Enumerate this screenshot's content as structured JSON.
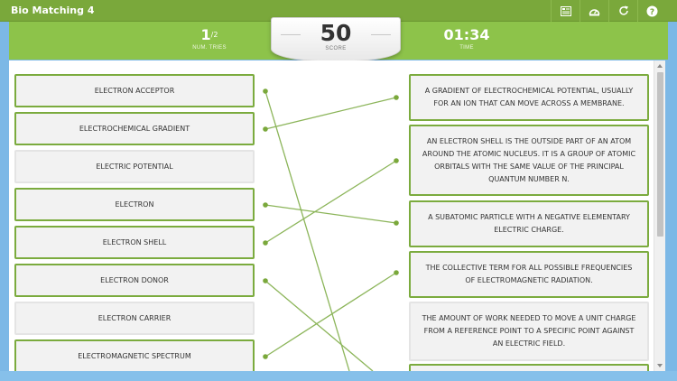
{
  "window": {
    "title": "Bio Matching 4",
    "toolbar_icons": [
      "screenshot-icon",
      "dashboard-icon",
      "restart-icon",
      "help-icon"
    ]
  },
  "stats": {
    "tries_value": "1",
    "tries_total": "/2",
    "tries_label": "NUM. TRIES",
    "score_value": "50",
    "score_label": "SCORE",
    "time_value": "01:34",
    "time_label": "TIME"
  },
  "terms": [
    {
      "label": "ELECTRON ACCEPTOR",
      "matched": true
    },
    {
      "label": "ELECTROCHEMICAL GRADIENT",
      "matched": true
    },
    {
      "label": "ELECTRIC POTENTIAL",
      "matched": false
    },
    {
      "label": "ELECTRON",
      "matched": true
    },
    {
      "label": "ELECTRON SHELL",
      "matched": true
    },
    {
      "label": "ELECTRON DONOR",
      "matched": true
    },
    {
      "label": "ELECTRON CARRIER",
      "matched": false
    },
    {
      "label": "ELECTROMAGNETIC SPECTRUM",
      "matched": true
    }
  ],
  "definitions": [
    {
      "label": "A GRADIENT OF ELECTROCHEMICAL POTENTIAL, USUALLY FOR AN ION THAT CAN MOVE ACROSS A MEMBRANE.",
      "matched": true
    },
    {
      "label": "AN ELECTRON SHELL IS THE OUTSIDE PART OF AN ATOM AROUND THE ATOMIC NUCLEUS. IT IS A GROUP OF ATOMIC ORBITALS WITH THE SAME VALUE OF THE PRINCIPAL QUANTUM NUMBER N.",
      "matched": true
    },
    {
      "label": "A SUBATOMIC PARTICLE WITH A NEGATIVE ELEMENTARY ELECTRIC CHARGE.",
      "matched": true
    },
    {
      "label": "THE COLLECTIVE TERM FOR ALL POSSIBLE FREQUENCIES OF ELECTROMAGNETIC RADIATION.",
      "matched": true
    },
    {
      "label": "THE AMOUNT OF WORK NEEDED TO MOVE A UNIT CHARGE FROM A REFERENCE POINT TO A SPECIFIC POINT AGAINST AN ELECTRIC FIELD.",
      "matched": false
    },
    {
      "label": "",
      "matched": true
    }
  ],
  "colors": {
    "accent_green": "#7aa83b",
    "header_green": "#8dc34a",
    "line_green": "#8cb55a",
    "background_blue": "#7cb8e6"
  }
}
